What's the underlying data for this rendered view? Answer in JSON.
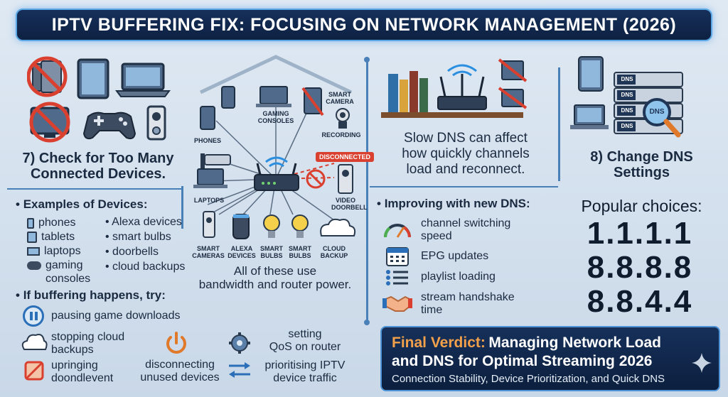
{
  "header": {
    "title": "IPTV BUFFERING FIX: FOCUSING ON NETWORK MANAGEMENT (2026)"
  },
  "section7": {
    "title_line1": "7) Check for Too Many",
    "title_line2": "Connected Devices.",
    "diagram_labels": {
      "phones": "PHONES",
      "gaming_line1": "GAMING",
      "gaming_line2": "CONSOLES",
      "smart_camera_line1": "SMART",
      "smart_camera_line2": "CAMERA",
      "recording": "RECORDING",
      "disconnected": "DISCONNECTED",
      "laptops": "LAPTOPS",
      "video_line1": "VIDEO",
      "video_line2": "DOORBELL",
      "smart_cameras_line1": "SMART",
      "smart_cameras_line2": "CAMERAS",
      "alexa_line1": "ALEXA",
      "alexa_line2": "DEVICES",
      "bulbs1_line1": "SMART",
      "bulbs1_line2": "BULBS",
      "bulbs2_line1": "SMART",
      "bulbs2_line2": "BULBS",
      "cloud_line1": "CLOUD",
      "cloud_line2": "BACKUP"
    },
    "bandwidth_line1": "All of these use",
    "bandwidth_line2": "bandwidth and router power.",
    "examples_title": "Examples of Devices:",
    "examples_left": [
      "phones",
      "tablets",
      "laptops",
      "gaming",
      "consoles"
    ],
    "examples_right": [
      "Alexa devices",
      "smart bulbs",
      "doorbells",
      "cloud backups"
    ],
    "try_title": "If buffering happens, try:",
    "try_items": {
      "pause": "pausing game downloads",
      "cloud_line1": "stopping cloud",
      "cloud_line2": "backups",
      "upr_line1": "upringing",
      "upr_line2": "doondlevent",
      "disc_line1": "disconnecting",
      "disc_line2": "unused devices",
      "qos_line1": "setting",
      "qos_line2": "QoS on router",
      "prio_line1": "prioritising IPTV",
      "prio_line2": "device traffic"
    }
  },
  "section8": {
    "slow_line1": "Slow DNS can affect",
    "slow_line2": "how quickly channels",
    "slow_line3": "load and reconnect.",
    "title_line1": "8) Change DNS",
    "title_line2": "Settings",
    "server_label": "DNS",
    "improving_title": "Improving with new DNS:",
    "improving": {
      "speed_line1": "channel switching",
      "speed_line2": "speed",
      "epg": "EPG updates",
      "playlist": "playlist loading",
      "handshake_line1": "stream handshake",
      "handshake_line2": "time"
    },
    "popular_title": "Popular choices:",
    "dns_servers": [
      "1.1.1.1",
      "8.8.8.8",
      "8.8.4.4"
    ]
  },
  "verdict": {
    "label": "Final Verdict:",
    "title_line1": "Managing Network Load",
    "title_line2": "and DNS for Optimal Streaming 2026",
    "subtitle": "Connection Stability, Device Prioritization, and Quick DNS"
  },
  "colors": {
    "accent": "#4a80b8",
    "warning": "#d9402f",
    "header_bg": "#16305a",
    "verdict_label": "#f3a04a"
  }
}
